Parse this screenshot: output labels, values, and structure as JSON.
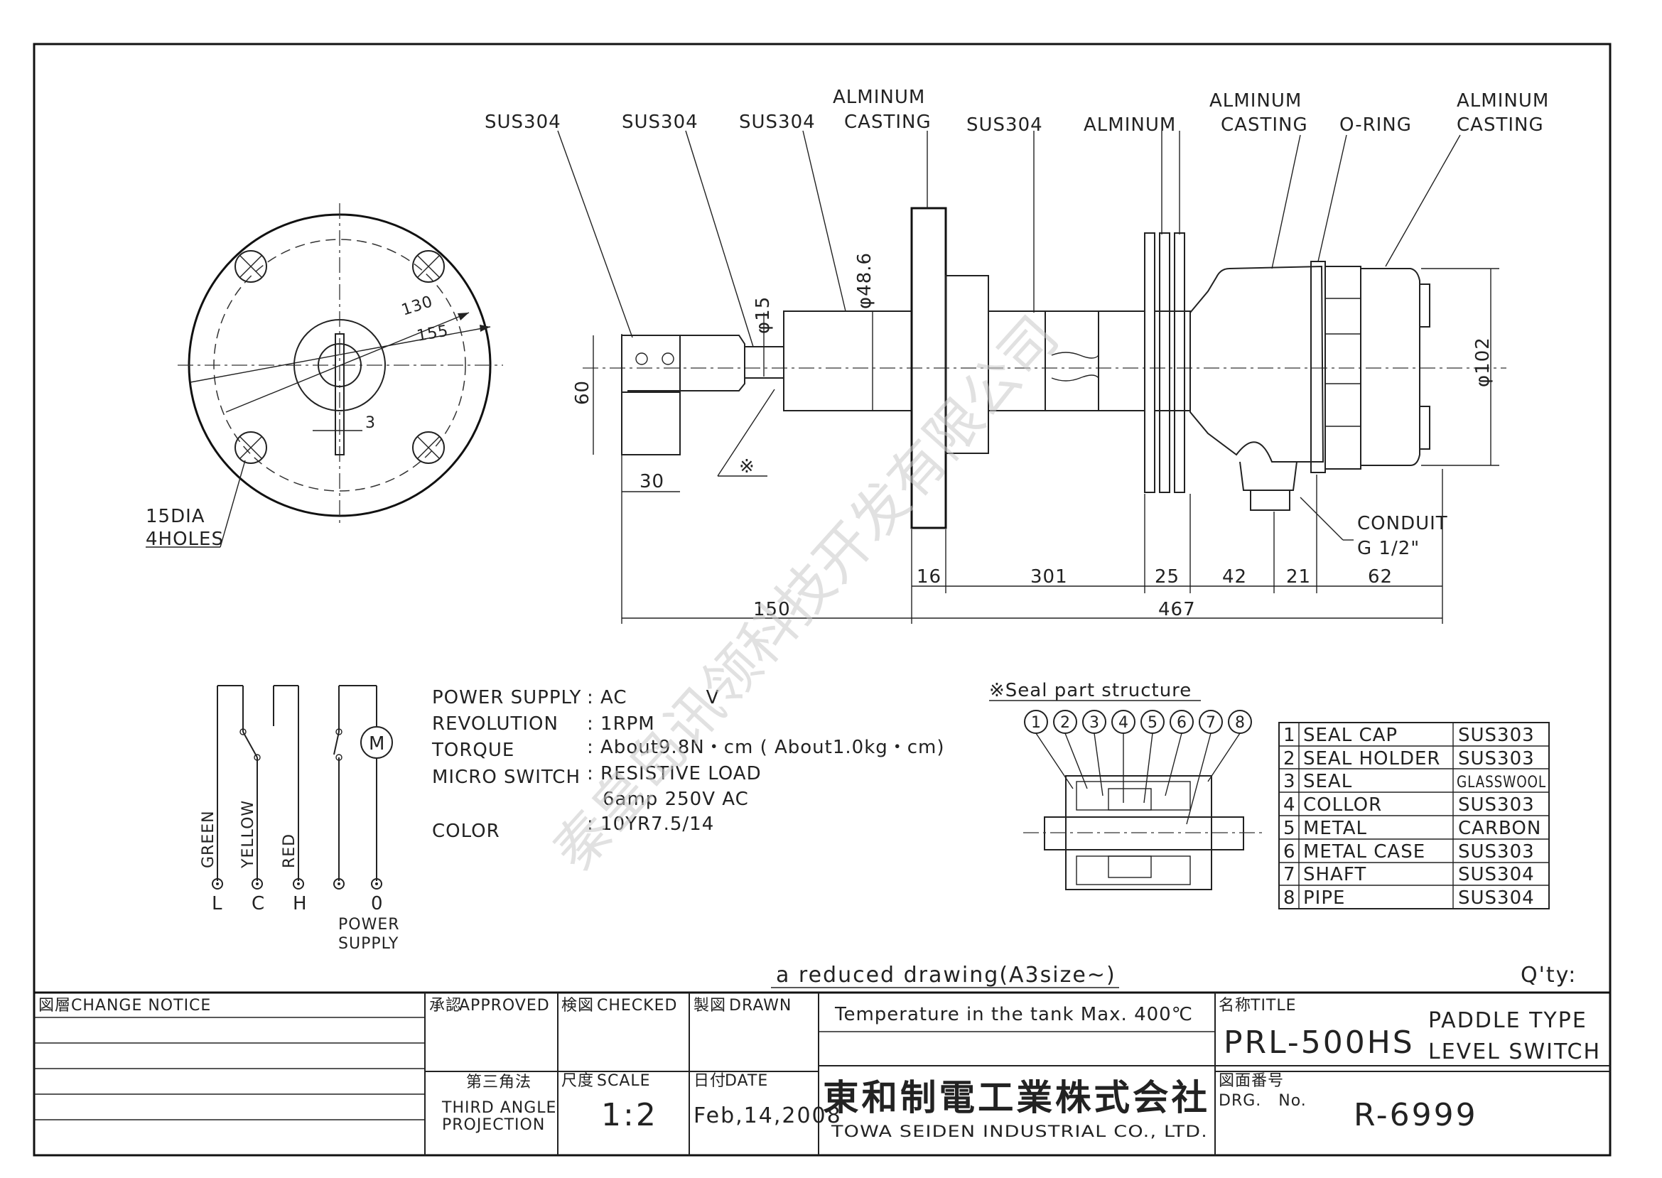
{
  "materials": {
    "m1": "SUS304",
    "m2": "SUS304",
    "m3": "SUS304",
    "m4a": "ALMINUM",
    "m4b": "CASTING",
    "m5": "SUS304",
    "m6": "ALMINUM",
    "m7a": "ALMINUM",
    "m7b": "CASTING",
    "m8": "O-RING",
    "m9a": "ALMINUM",
    "m9b": "CASTING"
  },
  "dims": {
    "d130": "130",
    "d155": "155",
    "d3": "3",
    "holes1": "15DIA",
    "holes2": "4HOLES",
    "d60": "60",
    "d30": "30",
    "d15": "φ15",
    "d48": "φ48.6",
    "mark": "※",
    "d102": "φ102",
    "d16": "16",
    "d301": "301",
    "d25": "25",
    "d42": "42",
    "d21": "21",
    "d62": "62",
    "d150": "150",
    "d467": "467",
    "conduit1": "CONDUIT",
    "conduit2": "G 1/2\""
  },
  "specs": [
    {
      "label": "POWER SUPPLY",
      "value": ": AC            V"
    },
    {
      "label": "REVOLUTION",
      "value": ": 1RPM"
    },
    {
      "label": "TORQUE",
      "value": ": About9.8N・cm ( About1.0kg・cm)"
    },
    {
      "label": "MICRO SWITCH",
      "value": ": RESISTIVE LOAD"
    },
    {
      "label": "",
      "value": "6amp 250V AC"
    },
    {
      "label": "COLOR",
      "value": ": 10YR7.5/14"
    }
  ],
  "wiring": {
    "green": "GREEN",
    "yellow": "YELLOW",
    "red": "RED",
    "L": "L",
    "C": "C",
    "H": "H",
    "zero": "0",
    "ps1": "POWER",
    "ps2": "SUPPLY",
    "motor": "M"
  },
  "seal": {
    "title": "※Seal part structure",
    "numbers": [
      "1",
      "2",
      "3",
      "4",
      "5",
      "6",
      "7",
      "8"
    ],
    "parts": [
      {
        "no": "1",
        "name": "SEAL CAP",
        "material": "SUS303"
      },
      {
        "no": "2",
        "name": "SEAL HOLDER",
        "material": "SUS303"
      },
      {
        "no": "3",
        "name": "SEAL",
        "material": "GLASSWOOL"
      },
      {
        "no": "4",
        "name": "COLLOR",
        "material": "SUS303"
      },
      {
        "no": "5",
        "name": "METAL",
        "material": "CARBON"
      },
      {
        "no": "6",
        "name": "METAL CASE",
        "material": "SUS303"
      },
      {
        "no": "7",
        "name": "SHAFT",
        "material": "SUS304"
      },
      {
        "no": "8",
        "name": "PIPE",
        "material": "SUS304"
      }
    ]
  },
  "notes": {
    "reduced": "a reduced drawing(A3size~)",
    "qty": "Q'ty:"
  },
  "watermark": "秦皇岛讯领科技开发有限公司",
  "title_block": {
    "change_jp": "図層",
    "change": "CHANGE NOTICE",
    "approved_jp": "承認",
    "approved": "APPROVED",
    "checked_jp": "検図",
    "checked": "CHECKED",
    "drawn_jp": "製図",
    "drawn": "DRAWN",
    "temp": "Temperature in the tank Max. 400℃",
    "title_jp": "名称",
    "title_label": "TITLE",
    "model": "PRL-500HS",
    "name1": "PADDLE TYPE",
    "name2": "LEVEL SWITCH",
    "proj_jp": "第三角法",
    "proj1": "THIRD ANGLE",
    "proj2": "PROJECTION",
    "scale_jp": "尺度",
    "scale_label": "SCALE",
    "scale": "1:2",
    "date_jp": "日付",
    "date_label": "DATE",
    "date": "Feb,14,2008",
    "company_jp": "東和制電工業株式会社",
    "company_en": "TOWA SEIDEN INDUSTRIAL CO., LTD.",
    "drg_jp": "図面番号",
    "drg_label": "DRG.   No.",
    "drg": "R-6999"
  }
}
